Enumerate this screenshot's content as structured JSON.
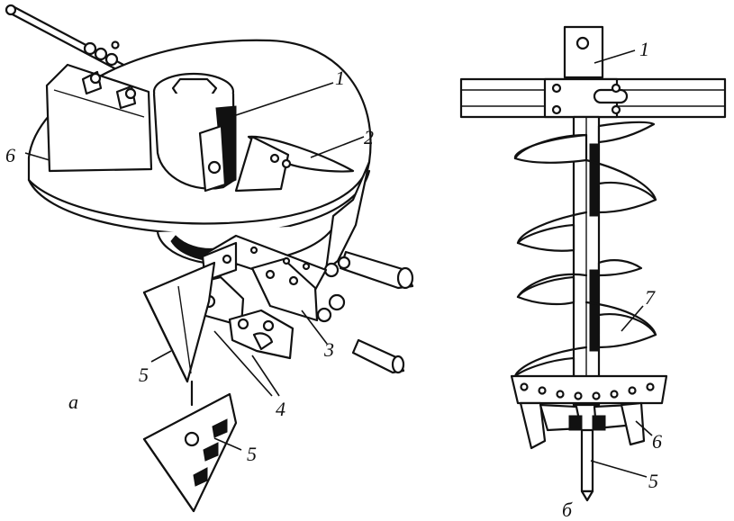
{
  "figure_a": {
    "caption": "а",
    "labels": {
      "l1": "1",
      "l2": "2",
      "l3": "3",
      "l4": "4",
      "l5a": "5",
      "l5b": "5",
      "l6": "6"
    }
  },
  "figure_b": {
    "caption": "б",
    "labels": {
      "l1": "1",
      "l5": "5",
      "l6": "6",
      "l7": "7"
    }
  },
  "colors": {
    "ink": "#111111",
    "paper": "#ffffff"
  }
}
